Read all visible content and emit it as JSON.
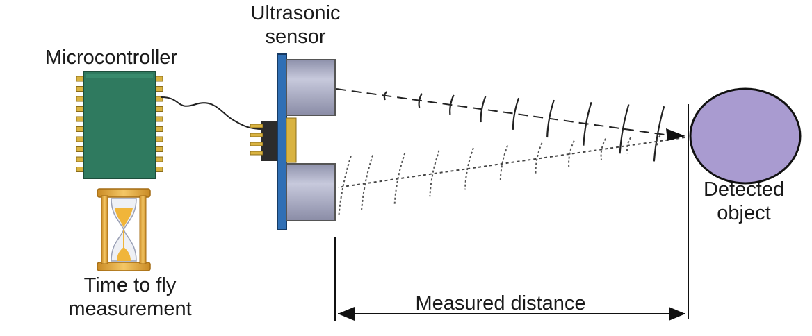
{
  "labels": {
    "microcontroller": "Microcontroller",
    "sensor_line1": "Ultrasonic",
    "sensor_line2": "sensor",
    "time_line1": "Time to fly",
    "time_line2": "measurement",
    "object_line1": "Detected",
    "object_line2": "object",
    "distance": "Measured distance"
  },
  "colors": {
    "chip": "#2f7a5f",
    "chip_pins": "#d9b341",
    "sensor_board": "#2f6fb5",
    "transducer": "#a9acc4",
    "object": "#a99bd0",
    "hourglass_frame": "#e0a63a",
    "sand": "#f0b53a"
  },
  "icons": [
    "microcontroller-chip-icon",
    "hourglass-icon",
    "ultrasonic-sensor-icon",
    "detected-object-icon"
  ]
}
